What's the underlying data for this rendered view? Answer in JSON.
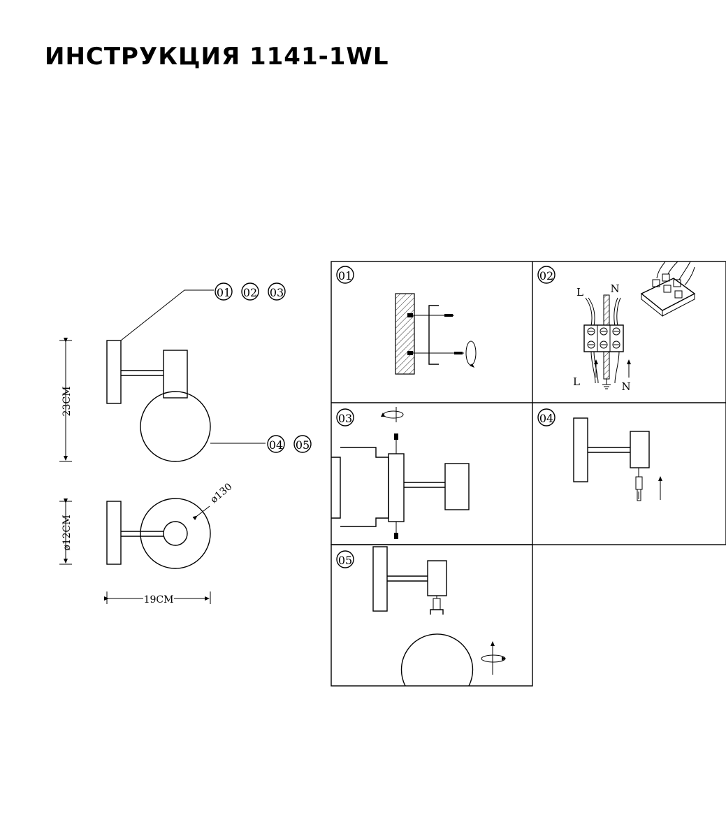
{
  "title": "ИНСТРУКЦИЯ 1141-1WL",
  "callouts": {
    "top": [
      "01",
      "02",
      "03"
    ],
    "bottom": [
      "04",
      "05"
    ]
  },
  "dimensions": {
    "height": "23CM",
    "depth": "ø12CM",
    "width": "19CM",
    "globe": "ø130"
  },
  "steps": [
    {
      "number": "01"
    },
    {
      "number": "02",
      "wire_labels": {
        "live_top": "L",
        "neutral_top": "N",
        "live_bottom": "L",
        "neutral_bottom": "N"
      }
    },
    {
      "number": "03"
    },
    {
      "number": "04"
    },
    {
      "number": "05"
    }
  ]
}
